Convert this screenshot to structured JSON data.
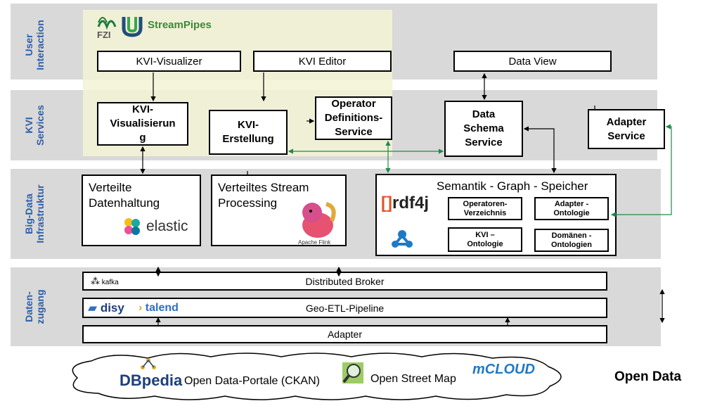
{
  "layers": {
    "user_interaction": "User\nInteraction",
    "kvi_services": "KVI\nServices",
    "big_data": "Big-Data\nInfrastruktur",
    "datenzugang": "Daten-\nzugang"
  },
  "logos": {
    "fzi": "FZI",
    "streampipes": "StreamPipes",
    "elastic": "elastic",
    "apache_flink": "Apache Flink",
    "rdf4j": "rdf4j",
    "kafka": "kafka",
    "disy": "disy",
    "talend": "talend",
    "dbpedia": "DBpedia",
    "mcloud": "mCLOUD"
  },
  "user_interaction": {
    "kvi_visualizer": "KVI-Visualizer",
    "kvi_editor": "KVI Editor",
    "data_view": "Data View"
  },
  "services": {
    "kvi_visualisierung": "KVI-\nVisualisierun\ng",
    "kvi_erstellung": "KVI-\nErstellung",
    "operator_def": "Operator\nDefinitions-\nService",
    "data_schema": "Data\nSchema\nService",
    "adapter_service": "Adapter\nService"
  },
  "infrastructure": {
    "verteilte_datenhaltung": "Verteilte\nDatenhaltung",
    "stream_processing": "Verteiltes Stream\nProcessing",
    "semantik_title": "Semantik - Graph - Speicher",
    "operatoren_verzeichnis": "Operatoren-\nVerzeichnis",
    "adapter_ontologie": "Adapter -\nOntologie",
    "kvi_ontologie": "KVI –\nOntologie",
    "domaenen_ontologien": "Domänen -\nOntologien"
  },
  "data_access": {
    "distributed_broker": "Distributed Broker",
    "geo_etl": "Geo-ETL-Pipeline",
    "adapter": "Adapter"
  },
  "open_data": {
    "label": "Open Data",
    "portale": "Open Data-Portale (CKAN)",
    "osm": "Open Street Map"
  },
  "colors": {
    "layer_label": "#2e5fa8",
    "band": "#d9d9d9",
    "highlight": "#f3f3d6",
    "green_arrow": "#1e8a4a"
  }
}
